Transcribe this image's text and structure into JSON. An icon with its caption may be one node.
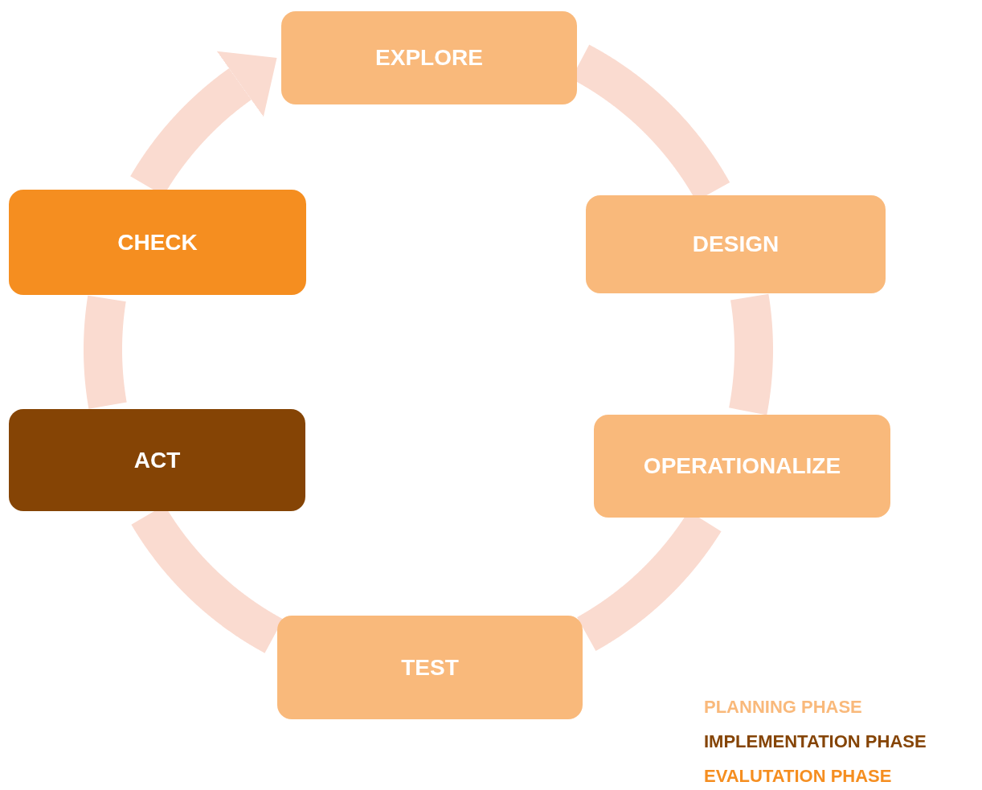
{
  "diagram": {
    "nodes": [
      {
        "text": [
          "EXPLORE"
        ]
      },
      {
        "text": [
          "DESIGN"
        ]
      },
      {
        "text": [
          "OPERATIONALIZE"
        ]
      },
      {
        "text": [
          "TEST"
        ]
      },
      {
        "text": [
          "ACT"
        ]
      },
      {
        "text": [
          "CHECK"
        ]
      }
    ],
    "edges": [
      {
        "from": 0,
        "to": 1,
        "arrow": "none"
      },
      {
        "from": 1,
        "to": 2,
        "arrow": "none"
      },
      {
        "from": 2,
        "to": 3,
        "arrow": "none"
      },
      {
        "from": 3,
        "to": 4,
        "arrow": "none"
      },
      {
        "from": 4,
        "to": 5,
        "arrow": "none"
      },
      {
        "from": 5,
        "to": 0,
        "arrow": "to"
      }
    ],
    "legend": [
      {
        "text": "PLANNING PHASE",
        "color": "#f9b97b"
      },
      {
        "text": "IMPLEMENTATION PHASE",
        "color": "#854405"
      },
      {
        "text": "EVALUTATION PHASE",
        "color": "#f58e20"
      }
    ]
  }
}
